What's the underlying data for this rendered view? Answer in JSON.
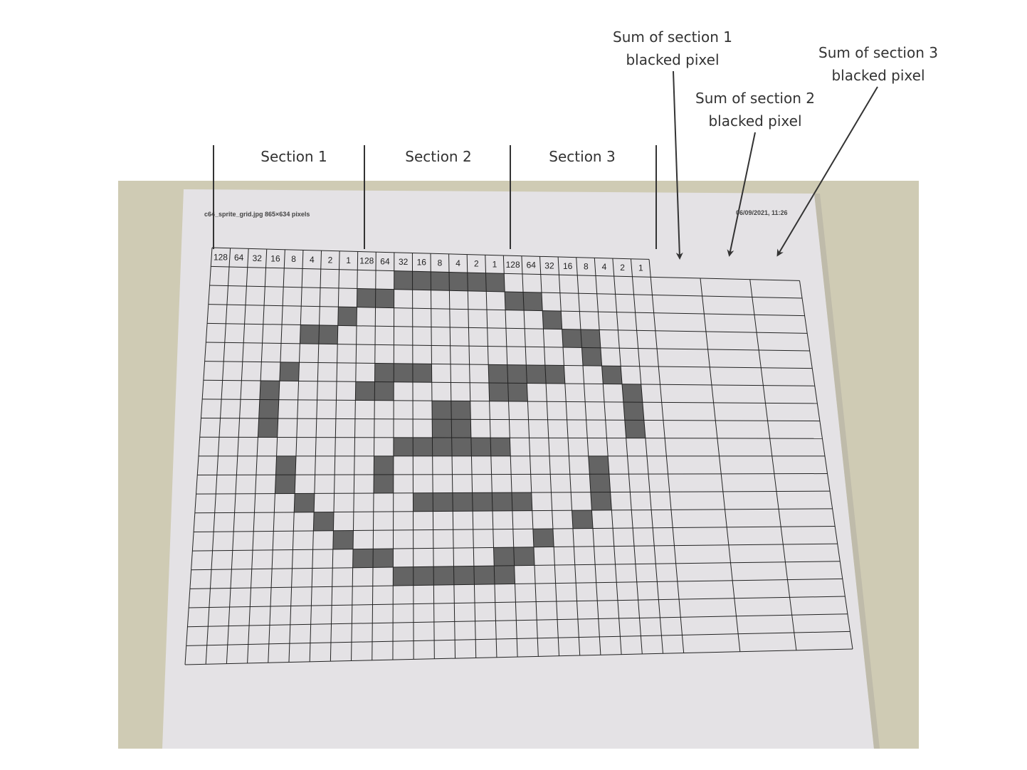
{
  "annotations": {
    "sum1": {
      "line1": "Sum of section 1",
      "line2": "blacked pixel"
    },
    "sum2": {
      "line1": "Sum of section 2",
      "line2": "blacked pixel"
    },
    "sum3": {
      "line1": "Sum of section 3",
      "line2": "blacked pixel"
    }
  },
  "sections": [
    "Section 1",
    "Section 2",
    "Section 3"
  ],
  "paper": {
    "filename": "c64_sprite_grid.jpg 865×634 pixels",
    "timestamp": "06/09/2021, 11:26"
  },
  "bit_headers": [
    "128",
    "64",
    "32",
    "16",
    "8",
    "4",
    "2",
    "1",
    "128",
    "64",
    "32",
    "16",
    "8",
    "4",
    "2",
    "1",
    "128",
    "64",
    "32",
    "16",
    "8",
    "4",
    "2",
    "1"
  ],
  "grid": {
    "columns": 24,
    "rows": 21,
    "sum_columns": 3
  },
  "sprite_rows": [
    "000000000011111100000000",
    "000000001100000011000000",
    "000000010000000000100000",
    "000001100000000000011000",
    "000000000000000000001000",
    "000010000111000111100100",
    "000100001100000110000010",
    "000100000000110000000010",
    "000100000000110000000010",
    "000000000011111100000000",
    "000010000100000000001000",
    "000010000100000000001000",
    "000001000001111110001000",
    "000000100000000000010000",
    "000000010000000001000000",
    "000000001100000110000000",
    "000000000011111100000000",
    "000000000000000000000000",
    "000000000000000000000000",
    "000000000000000000000000",
    "000000000000000000000000"
  ],
  "colors": {
    "paper": "#e4e2e5",
    "table": "#cfcbb4",
    "pencil": "#4d4d4d",
    "ink": "#222222"
  }
}
